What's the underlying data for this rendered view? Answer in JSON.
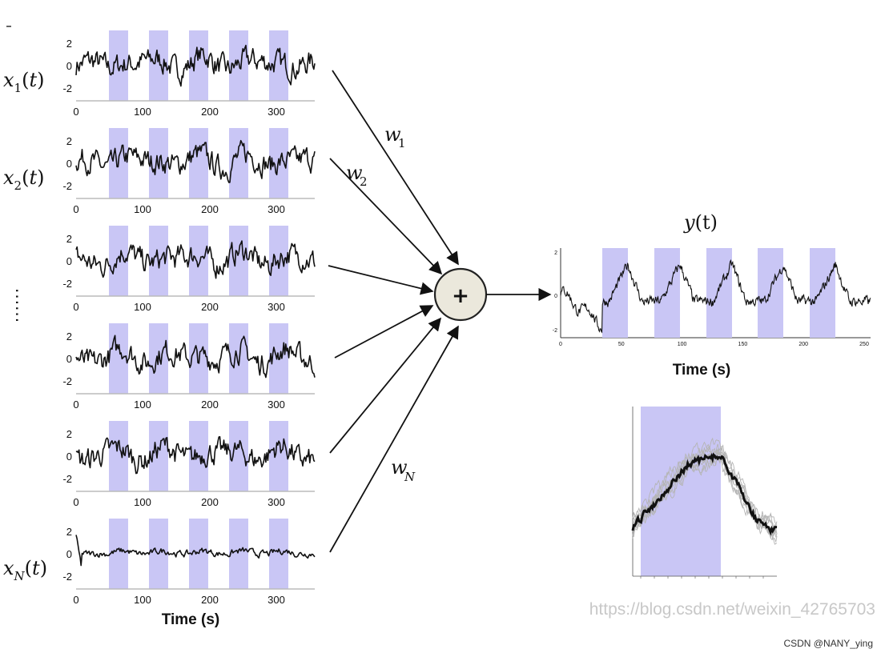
{
  "colors": {
    "block": "#c9c6f5",
    "signal": "#111111",
    "node_fill": "#ebe8dc",
    "node_stroke": "#222222",
    "watermark": "#c8c8c8"
  },
  "inputs": [
    {
      "label": "x",
      "sub": "1",
      "suffix": "(t)",
      "yticks": [
        "2",
        "0",
        "-2"
      ],
      "xticks": [
        "0",
        "100",
        "200",
        "300"
      ]
    },
    {
      "label": "x",
      "sub": "2",
      "suffix": "(t)",
      "yticks": [
        "2",
        "0",
        "-2"
      ],
      "xticks": [
        "0",
        "100",
        "200",
        "300"
      ]
    },
    {
      "label": "",
      "sub": "",
      "suffix": "",
      "yticks": [
        "2",
        "0",
        "-2"
      ],
      "xticks": [
        "0",
        "100",
        "200",
        "300"
      ]
    },
    {
      "label": "",
      "sub": "",
      "suffix": "",
      "yticks": [
        "2",
        "0",
        "-2"
      ],
      "xticks": [
        "0",
        "100",
        "200",
        "300"
      ]
    },
    {
      "label": "",
      "sub": "",
      "suffix": "",
      "yticks": [
        "2",
        "0",
        "-2"
      ],
      "xticks": [
        "0",
        "100",
        "200",
        "300"
      ]
    },
    {
      "label": "x",
      "sub": "N",
      "suffix": "(t)",
      "yticks": [
        "2",
        "0",
        "-2"
      ],
      "xticks": [
        "0",
        "100",
        "200",
        "300"
      ]
    }
  ],
  "left_xlabel": "Time (s)",
  "ellipsis": "......",
  "weights": [
    {
      "label": "w",
      "sub": "1"
    },
    {
      "label": "w",
      "sub": "2"
    },
    {
      "label": "w",
      "sub": "N"
    }
  ],
  "sum_node": {
    "symbol": "+"
  },
  "output": {
    "label": "y",
    "suffix": "(t)",
    "yticks": [
      "2",
      "0",
      "-2"
    ],
    "xticks": [
      "0",
      "50",
      "100",
      "150",
      "200",
      "250"
    ],
    "xlabel": "Time (s)"
  },
  "watermark": "https://blog.csdn.net/weixin_42765703",
  "credit": "CSDN @NANY_ying"
}
